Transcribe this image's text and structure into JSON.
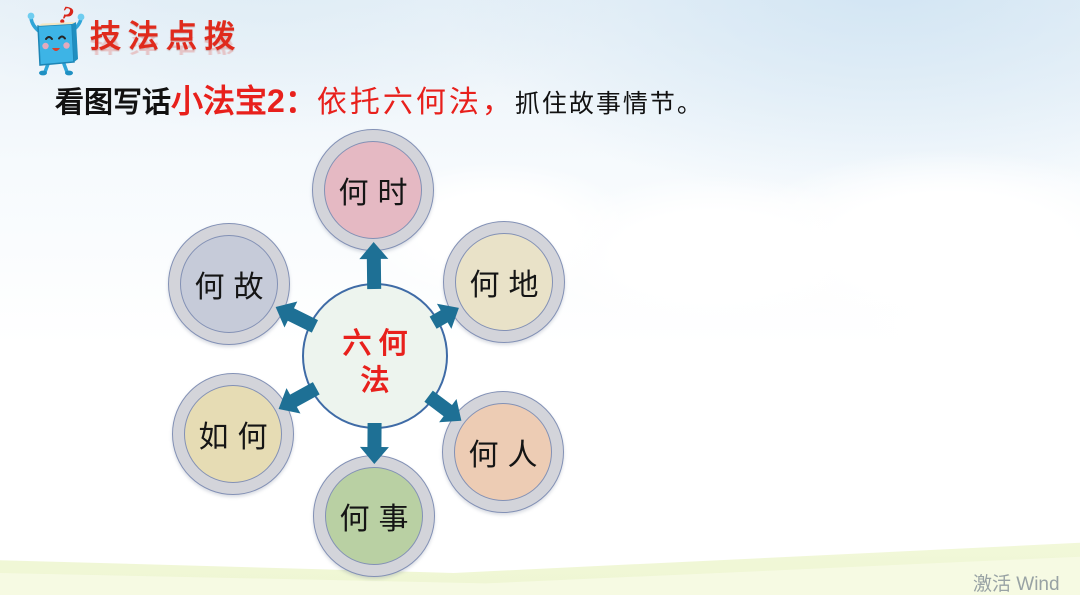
{
  "header": {
    "title": "技法点拨",
    "mascot_icon": "book-character-with-question-mark"
  },
  "subtitle": {
    "part1": "看图写话",
    "part2": "小法宝2：",
    "part3": "依托六何法，",
    "part4": "抓住故事情节。"
  },
  "diagram": {
    "center": {
      "lines": [
        "六何",
        "法"
      ],
      "fill": "#edf4ee",
      "border": "#3f6ba6",
      "text_color": "#e8201c"
    },
    "nodes": [
      {
        "id": "when",
        "label": "何时",
        "fill": "#e5b9c3"
      },
      {
        "id": "where",
        "label": "何地",
        "fill": "#e9e2c8"
      },
      {
        "id": "who",
        "label": "何人",
        "fill": "#edccb4"
      },
      {
        "id": "what",
        "label": "何事",
        "fill": "#b9d0a3"
      },
      {
        "id": "how",
        "label": "如何",
        "fill": "#e6dcb4"
      },
      {
        "id": "why",
        "label": "何故",
        "fill": "#c6cbd9"
      }
    ],
    "ring_fill": "#d3d4da",
    "ring_border": "#8391b5",
    "arrow_color": "#1e7095"
  },
  "colors": {
    "title_red": "#e02a1c",
    "subtitle_red": "#e8201c",
    "watermark_gray": "#98a2a4"
  },
  "watermark": "激活 Wind"
}
